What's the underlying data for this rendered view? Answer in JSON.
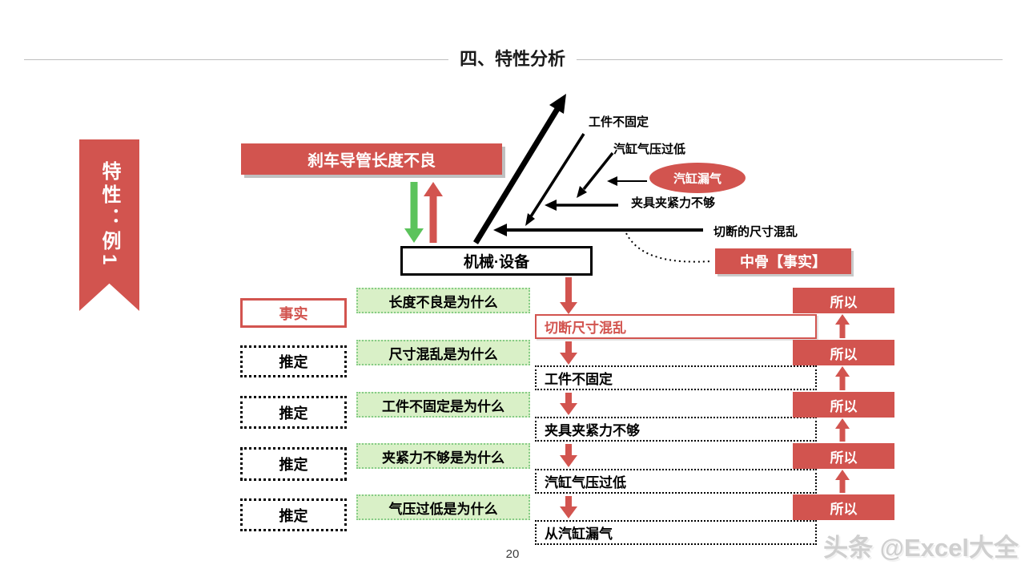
{
  "slide": {
    "title": "四、特性分析",
    "page_number": "20",
    "watermark": "头条 @Excel大全"
  },
  "ribbon": {
    "label": "特性：例1"
  },
  "fishbone": {
    "problem": "刹车导管长度不良",
    "category": "机械·设备",
    "callout": "中骨【事实】",
    "ellipse_label": "汽缸漏气",
    "bone_labels": {
      "b1": "工件不固定",
      "b2": "汽缸气压过低",
      "b3": "夹具夹紧力不够",
      "b4": "切断的尺寸混乱"
    }
  },
  "why_rows": [
    {
      "tag": "事实",
      "question": "长度不良是为什么"
    },
    {
      "tag": "推定",
      "question": "尺寸混乱是为什么"
    },
    {
      "tag": "推定",
      "question": "工件不固定是为什么"
    },
    {
      "tag": "推定",
      "question": "夹紧力不够是为什么"
    },
    {
      "tag": "推定",
      "question": "气压过低是为什么"
    }
  ],
  "flow": {
    "so": "所以",
    "steps": [
      "切断尺寸混乱",
      "工件不固定",
      "夹具夹紧力不够",
      "汽缸气压过低",
      "从汽缸漏气"
    ]
  },
  "colors": {
    "accent_red": "#D2544F",
    "arrow_green": "#5CC35C",
    "why_fill_green": "#D9F0C7",
    "why_border_green": "#86CC86",
    "rule_gray": "#BFBFBF"
  }
}
